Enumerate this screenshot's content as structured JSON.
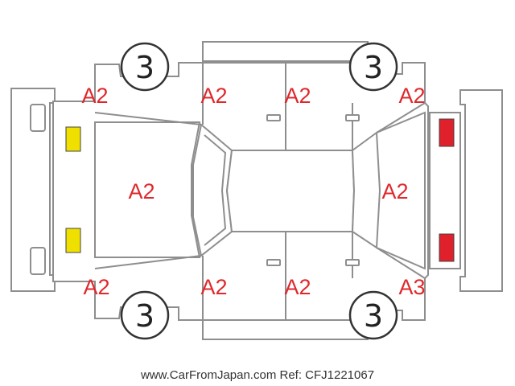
{
  "colors": {
    "grade_text": "#e0282c",
    "headlight": "#f0e000",
    "taillight": "#e0202a",
    "outline": "#8e8e8e"
  },
  "tires": {
    "front_left": "3",
    "front_right": "3",
    "rear_left": "3",
    "rear_right": "3"
  },
  "grades": {
    "front_bumper_top": "A2",
    "front_door_top": "A2",
    "rear_door_top": "A2",
    "rear_quarter_top": "A2",
    "hood": "A2",
    "trunk": "A2",
    "front_bumper_bottom": "A2",
    "front_door_bottom": "A2",
    "rear_door_bottom": "A2",
    "rear_quarter_bottom": "A3"
  },
  "footer": {
    "credit": "www.CarFromJapan.com Ref: CFJ1221067"
  }
}
